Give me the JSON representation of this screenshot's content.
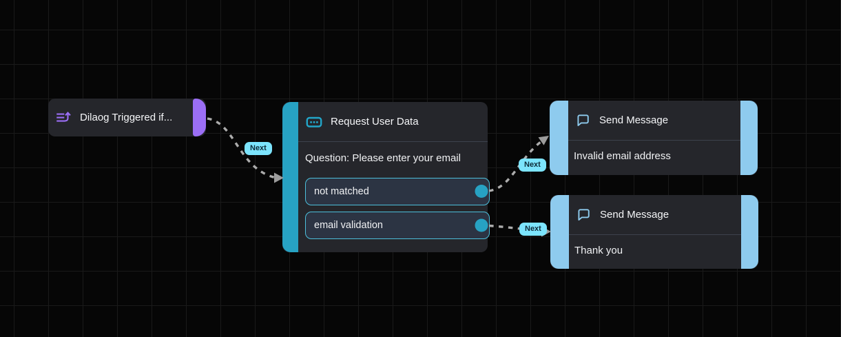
{
  "canvas": {
    "background": "#060606",
    "grid_line_color": "#1a1a1a"
  },
  "colors": {
    "node_background": "#25262b",
    "trigger_accent": "#9b6ef5",
    "request_accent": "#27a2c3",
    "message_accent": "#8ecbee",
    "option_border": "#4dc0dc",
    "option_background": "#2c3443",
    "edge_stroke": "#acacac",
    "edge_label_background": "#7ce4fd",
    "edge_label_text": "#0d2b38"
  },
  "nodes": {
    "trigger": {
      "title": "Dilaog Triggered if...",
      "icon": "dialog-trigger-icon"
    },
    "request": {
      "title": "Request User Data",
      "icon": "input-ellipsis-icon",
      "question": "Question: Please enter your email",
      "options": [
        {
          "label": "not matched"
        },
        {
          "label": "email validation"
        }
      ]
    },
    "message_invalid": {
      "title": "Send Message",
      "icon": "speech-bubble-icon",
      "body": "Invalid email address"
    },
    "message_thanks": {
      "title": "Send Message",
      "icon": "speech-bubble-icon",
      "body": "Thank you"
    }
  },
  "edges": [
    {
      "label": "Next"
    },
    {
      "label": "Next"
    },
    {
      "label": "Next"
    }
  ]
}
